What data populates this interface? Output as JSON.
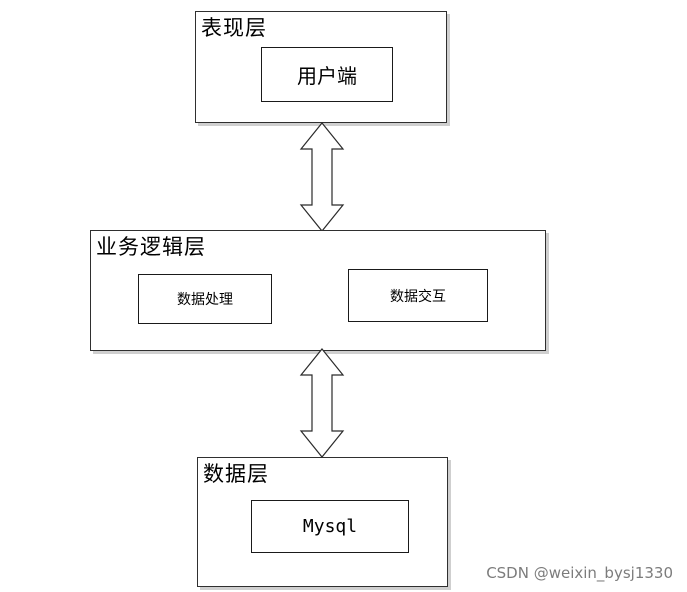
{
  "presentation_layer": {
    "title": "表现层",
    "nodes": [
      "用户端"
    ]
  },
  "logic_layer": {
    "title": "业务逻辑层",
    "nodes": [
      "数据处理",
      "数据交互"
    ]
  },
  "data_layer": {
    "title": "数据层",
    "nodes": [
      "Mysql"
    ]
  },
  "watermark": "CSDN @weixin_bysj1330",
  "colors": {
    "border": "#2f2f2f",
    "shadow": "#cfcfcf",
    "arrow_fill": "#ffffff",
    "watermark": "#7c7c7c"
  }
}
